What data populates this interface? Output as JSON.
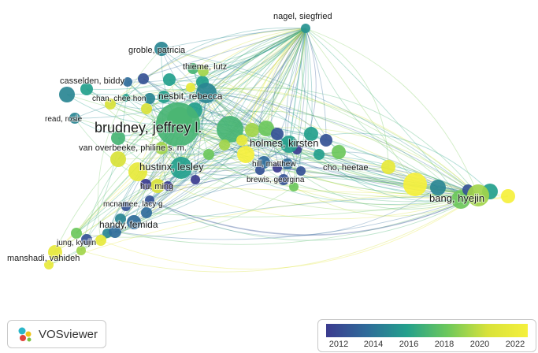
{
  "brand": {
    "name": "VOSviewer"
  },
  "legend": {
    "colors": [
      "#3b3b8f",
      "#2f6b9a",
      "#23a08c",
      "#6cc85c",
      "#d8e23a",
      "#f5f03c"
    ],
    "ticks": [
      "2012",
      "2014",
      "2016",
      "2018",
      "2020",
      "2022"
    ]
  },
  "network": {
    "nodes": [
      {
        "id": "nagel",
        "label": "nagel, siegfried",
        "year": 2015.5
      },
      {
        "id": "groble",
        "label": "groble, patricia",
        "year": 2015
      },
      {
        "id": "thieme",
        "label": "thieme, lutz",
        "year": 2019
      },
      {
        "id": "casselden",
        "label": "casselden, biddy",
        "year": 2014
      },
      {
        "id": "chan",
        "label": "chan, chee hon",
        "year": 2016
      },
      {
        "id": "nesbit",
        "label": "nesbit, rebecca",
        "year": 2015
      },
      {
        "id": "read",
        "label": "read, rosie",
        "year": 2015
      },
      {
        "id": "brudney",
        "label": "brudney, jeffrey l.",
        "year": 2017
      },
      {
        "id": "holmes",
        "label": "holmes, kirsten",
        "year": 2016
      },
      {
        "id": "vanoverbeeke",
        "label": "van overbeeke, philine s. m.",
        "year": 2019
      },
      {
        "id": "hustinx",
        "label": "hustinx, lesley",
        "year": 2016
      },
      {
        "id": "hill",
        "label": "hill, matthew",
        "year": 2014
      },
      {
        "id": "cho",
        "label": "cho, heetae",
        "year": 2021
      },
      {
        "id": "brewis",
        "label": "brewis, georgina",
        "year": 2013
      },
      {
        "id": "hu",
        "label": "hu, ming",
        "year": 2012
      },
      {
        "id": "bang",
        "label": "bang, hyejin",
        "year": 2019
      },
      {
        "id": "mcnamee",
        "label": "mcnamee, lacy g.",
        "year": 2013
      },
      {
        "id": "handy",
        "label": "handy, femida",
        "year": 2014
      },
      {
        "id": "jung",
        "label": "jung, kyujin",
        "year": 2013
      },
      {
        "id": "manshadi",
        "label": "manshadi, vahideh",
        "year": 2021
      }
    ]
  }
}
